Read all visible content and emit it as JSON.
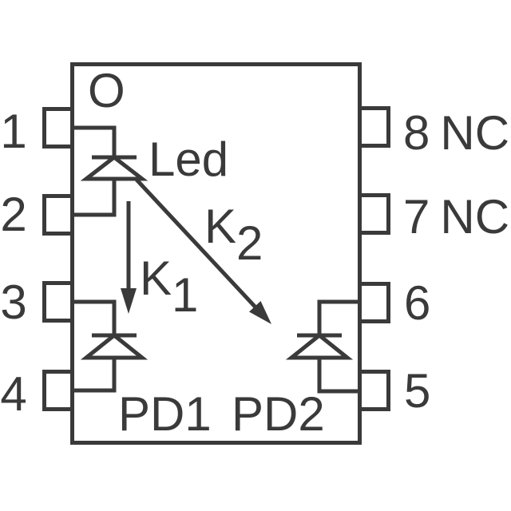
{
  "package": {
    "orientation_mark": "O",
    "line_color": "#3a3a3a",
    "background_color": "#ffffff"
  },
  "labels": {
    "led": "Led",
    "pd1": "PD1",
    "pd2": "PD2",
    "k1": {
      "base": "K",
      "sub": "1"
    },
    "k2": {
      "base": "K",
      "sub": "2"
    }
  },
  "pins": {
    "left": [
      {
        "number": "1",
        "name": ""
      },
      {
        "number": "2",
        "name": ""
      },
      {
        "number": "3",
        "name": ""
      },
      {
        "number": "4",
        "name": ""
      }
    ],
    "right": [
      {
        "number": "8",
        "name": "NC"
      },
      {
        "number": "7",
        "name": "NC"
      },
      {
        "number": "6",
        "name": ""
      },
      {
        "number": "5",
        "name": ""
      }
    ]
  }
}
